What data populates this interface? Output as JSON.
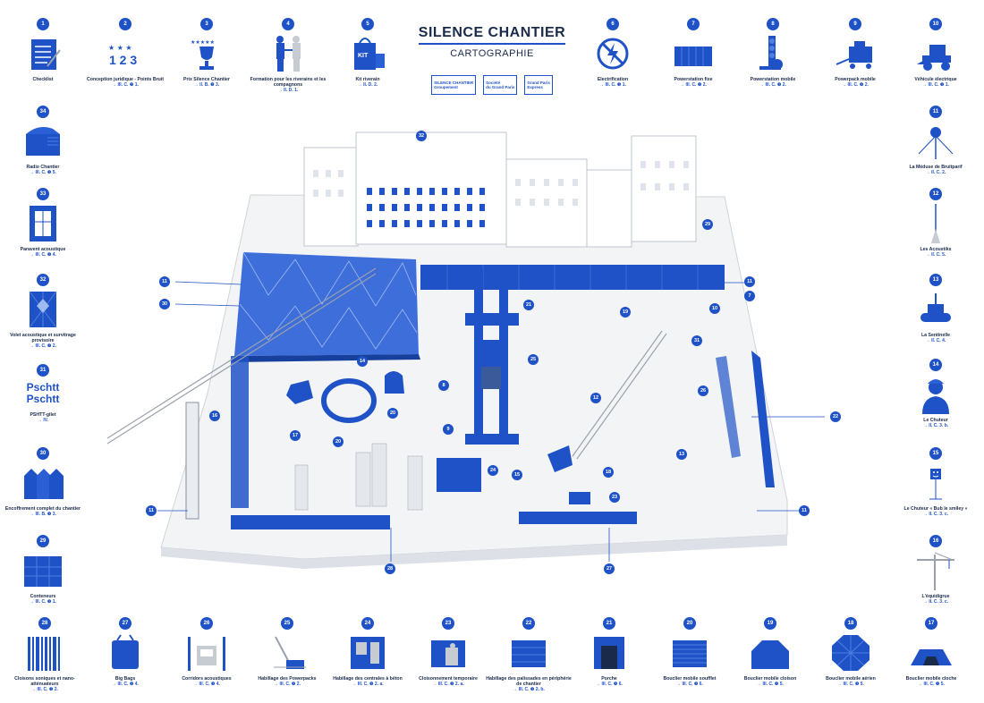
{
  "header": {
    "title": "SILENCE CHANTIER",
    "subtitle": "CARTOGRAPHIE",
    "logos": [
      {
        "line1": "SILENCE CHANTIER",
        "line2": "Groupement"
      },
      {
        "line1": "Société",
        "line2": "du Grand Paris"
      },
      {
        "line1": "Grand Paris",
        "line2": "Express"
      }
    ]
  },
  "accent_color": "#1f52c7",
  "top_items": [
    {
      "num": "1",
      "icon": "checklist-icon",
      "label": "Checklist",
      "ref": ""
    },
    {
      "num": "2",
      "icon": "points-icon",
      "label": "Conception juridique - Points Bruit",
      "ref": "→ III. C. ❸ 1."
    },
    {
      "num": "3",
      "icon": "trophy-icon",
      "label": "Prix Silence Chantier",
      "ref": "→ II. B. ❸ 3."
    },
    {
      "num": "4",
      "icon": "handshake-icon",
      "label": "Formation pour les riverains et les compagnons",
      "ref": "→ II. D. 1."
    },
    {
      "num": "5",
      "icon": "kit-bag-icon",
      "label": "Kit riverain",
      "ref": "→ II. D. 2."
    },
    {
      "num": "6",
      "icon": "electrification-icon",
      "label": "Electrification",
      "ref": "→ III. C. ❸ 1."
    },
    {
      "num": "7",
      "icon": "fixed-power-icon",
      "label": "Powerstation fixe",
      "ref": "→ III. C. ❸ 2."
    },
    {
      "num": "8",
      "icon": "mobile-power-icon",
      "label": "Powerstation mobile",
      "ref": "→ III. C. ❸ 2."
    },
    {
      "num": "9",
      "icon": "powerpack-icon",
      "label": "Powerpack mobile",
      "ref": "→ III. C. ❸ 2."
    },
    {
      "num": "10",
      "icon": "electric-vehicle-icon",
      "label": "Véhicule électrique",
      "ref": "→ III. C. ❸ 1."
    }
  ],
  "left_items": [
    {
      "num": "34",
      "icon": "radio-icon",
      "label": "Radio Chantier",
      "ref": "→ III. C. ❸ 5."
    },
    {
      "num": "33",
      "icon": "acoustic-door-icon",
      "label": "Paravent acoustique",
      "ref": "→ III. C. ❸ 4."
    },
    {
      "num": "32",
      "icon": "acoustic-shutter-icon",
      "label": "Volet acoustique et survitrage provisoire",
      "ref": "→ III. C. ❸ 2."
    },
    {
      "num": "31",
      "icon": "pschtt-icon",
      "label": "PSHTT-gilet",
      "ref": "→ IV."
    },
    {
      "num": "30",
      "icon": "enclosure-icon",
      "label": "Encoffrement complet du chantier",
      "ref": "→ III. B. ❸ 3."
    },
    {
      "num": "29",
      "icon": "container-icon",
      "label": "Conteneurs",
      "ref": "→ III. C. ❸ 1."
    }
  ],
  "right_items": [
    {
      "num": "11",
      "icon": "noise-sensor-icon",
      "label": "La Méduse de Bruitparif",
      "ref": "→ II. C. 2."
    },
    {
      "num": "12",
      "icon": "acoustic-sensor-icon",
      "label": "Les Acoustiks",
      "ref": "→ II. C. 5."
    },
    {
      "num": "13",
      "icon": "sentinel-robot-icon",
      "label": "La Sentinelle",
      "ref": "→ II. C. 4."
    },
    {
      "num": "14",
      "icon": "chuteur-icon",
      "label": "Le Chuteur",
      "ref": "→ II. C. 3. b."
    },
    {
      "num": "15",
      "icon": "bub-icon",
      "label": "Le Chuteur « Bub le smiley »",
      "ref": "→ II. C. 3. c."
    },
    {
      "num": "16",
      "icon": "tower-crane-icon",
      "label": "L'équidigrue",
      "ref": "→ II. C. 3. c."
    }
  ],
  "bottom_items": [
    {
      "num": "28",
      "icon": "sound-blocks-icon",
      "label": "Cloisons soniques et nano-atténuateurs",
      "ref": "→ III. C. ❸ 2."
    },
    {
      "num": "27",
      "icon": "big-bags-icon",
      "label": "Big Bags",
      "ref": "→ III. C. ❸ 4."
    },
    {
      "num": "26",
      "icon": "acoustic-corridor-icon",
      "label": "Corridors acoustiques",
      "ref": "→ III. C. ❸ 4."
    },
    {
      "num": "25",
      "icon": "powerpack-cladding-icon",
      "label": "Habillage des Powerpacks",
      "ref": "→ III. C. ❸ 2."
    },
    {
      "num": "24",
      "icon": "plant-cladding-icon",
      "label": "Habillage des centrales à béton",
      "ref": "→ III. C. ❸ 2. a."
    },
    {
      "num": "23",
      "icon": "temporary-enclosure-icon",
      "label": "Cloisonnement temporaire",
      "ref": "→ III. C. ❸ 2. a."
    },
    {
      "num": "22",
      "icon": "perimeter-fence-icon",
      "label": "Habillage des palissades en périphérie de chantier",
      "ref": "→ III. C. ❸ 2. b."
    },
    {
      "num": "21",
      "icon": "porch-icon",
      "label": "Porche",
      "ref": "→ III. C. ❸ 6."
    },
    {
      "num": "20",
      "icon": "blown-shield-icon",
      "label": "Bouclier mobile soufflet",
      "ref": "→ III. C. ❸ 6."
    },
    {
      "num": "19",
      "icon": "screen-shield-icon",
      "label": "Bouclier mobile cloison",
      "ref": "→ III. C. ❸ 5."
    },
    {
      "num": "18",
      "icon": "octagon-shield-icon",
      "label": "Bouclier mobile aérien",
      "ref": "→ III. C. ❸ 5."
    },
    {
      "num": "17",
      "icon": "bell-shield-icon",
      "label": "Bouclier mobile cloche",
      "ref": "→ III. C. ❸ 5."
    }
  ],
  "map_callouts": [
    {
      "num": "32"
    },
    {
      "num": "29"
    },
    {
      "num": "11"
    },
    {
      "num": "30"
    },
    {
      "num": "11"
    },
    {
      "num": "7"
    },
    {
      "num": "21"
    },
    {
      "num": "10"
    },
    {
      "num": "19"
    },
    {
      "num": "31"
    },
    {
      "num": "25"
    },
    {
      "num": "14"
    },
    {
      "num": "8"
    },
    {
      "num": "12"
    },
    {
      "num": "26"
    },
    {
      "num": "16"
    },
    {
      "num": "20"
    },
    {
      "num": "9"
    },
    {
      "num": "17"
    },
    {
      "num": "20"
    },
    {
      "num": "24"
    },
    {
      "num": "15"
    },
    {
      "num": "18"
    },
    {
      "num": "13"
    },
    {
      "num": "22"
    },
    {
      "num": "23"
    },
    {
      "num": "11"
    },
    {
      "num": "11"
    },
    {
      "num": "28"
    },
    {
      "num": "27"
    }
  ]
}
